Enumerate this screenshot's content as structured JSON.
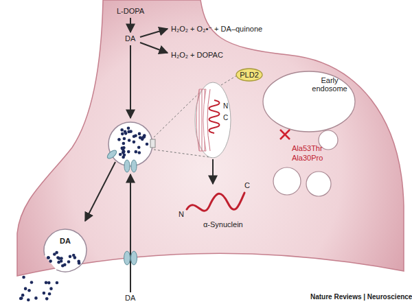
{
  "diagram": {
    "nodes": [
      {
        "text": [
          "PLD2"
        ]
      },
      {
        "text": [
          "Early endosome"
        ]
      },
      {
        "text": [
          "DA"
        ]
      }
    ],
    "labels": [
      "L-DOPA",
      "DA",
      "H₂O₂ + O₂•⁻ + DA–quinone",
      "H₂O₂ + DOPAC",
      "N",
      "C",
      "Ala53Thr",
      "Ala30Pro",
      "N",
      "C",
      "α-Synuclein",
      "DA",
      "Nature Reviews | Neuroscience"
    ]
  }
}
